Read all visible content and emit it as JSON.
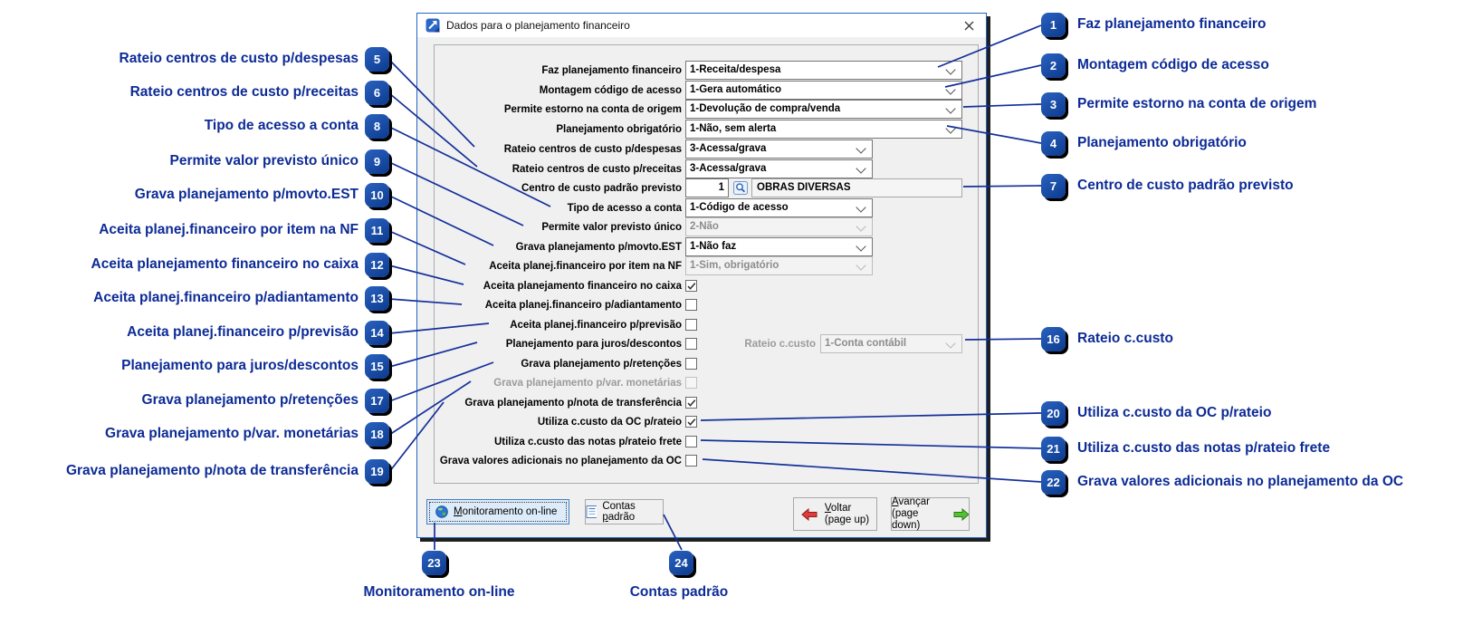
{
  "window": {
    "title": "Dados para o planejamento financeiro"
  },
  "dialog": {
    "rows": [
      {
        "label": "Faz planejamento financeiro",
        "value": "1-Receita/despesa",
        "type": "select"
      },
      {
        "label": "Montagem código de acesso",
        "value": "1-Gera automático",
        "type": "select"
      },
      {
        "label": "Permite estorno na conta de origem",
        "value": "1-Devolução de compra/venda",
        "type": "select"
      },
      {
        "label": "Planejamento obrigatório",
        "value": "1-Não, sem alerta",
        "type": "select"
      },
      {
        "label": "Rateio centros de custo p/despesas",
        "value": "3-Acessa/grava",
        "type": "select"
      },
      {
        "label": "Rateio centros de custo p/receitas",
        "value": "3-Acessa/grava",
        "type": "select"
      },
      {
        "label": "Centro de custo padrão previsto",
        "code": "1",
        "description": "OBRAS DIVERSAS",
        "type": "lookup"
      },
      {
        "label": "Tipo de acesso a conta",
        "value": "1-Código de acesso",
        "type": "select"
      },
      {
        "label": "Permite valor previsto único",
        "value": "2-Não",
        "type": "select",
        "disabled": true
      },
      {
        "label": "Grava planejamento p/movto.EST",
        "value": "1-Não faz",
        "type": "select"
      },
      {
        "label": "Aceita planej.financeiro por item na NF",
        "value": "1-Sim, obrigatório",
        "type": "select",
        "disabled": true
      },
      {
        "label": "Aceita planejamento financeiro no caixa",
        "checked": true,
        "type": "checkbox"
      },
      {
        "label": "Aceita planej.financeiro p/adiantamento",
        "checked": false,
        "type": "checkbox"
      },
      {
        "label": "Aceita planej.financeiro p/previsão",
        "checked": false,
        "type": "checkbox"
      },
      {
        "label": "Planejamento para juros/descontos",
        "checked": false,
        "type": "checkbox"
      },
      {
        "label": "Grava planejamento p/retenções",
        "checked": false,
        "type": "checkbox"
      },
      {
        "label": "Grava planejamento p/var. monetárias",
        "checked": false,
        "type": "checkbox",
        "disabled": true
      },
      {
        "label": "Grava planejamento p/nota de transferência",
        "checked": true,
        "type": "checkbox"
      },
      {
        "label": "Utiliza c.custo da OC p/rateio",
        "checked": true,
        "type": "checkbox"
      },
      {
        "label": "Utiliza c.custo das notas p/rateio frete",
        "checked": false,
        "type": "checkbox"
      },
      {
        "label": "Grava valores adicionais no planejamento da OC",
        "checked": false,
        "type": "checkbox"
      }
    ],
    "side_field": {
      "label": "Rateio c.custo",
      "value": "1-Conta contábil",
      "disabled": true
    },
    "buttons": {
      "monitoramento": {
        "key": "M",
        "rest": "onitoramento on-line"
      },
      "contas": {
        "pre": "Contas ",
        "key": "p",
        "rest": "adrão"
      },
      "voltar": {
        "key": "V",
        "rest": "oltar",
        "sub": "(page up)"
      },
      "avancar": {
        "key": "A",
        "rest": "vançar",
        "sub": "(page down)"
      }
    }
  },
  "callouts": {
    "left": [
      {
        "num": "5",
        "label": "Rateio centros de custo p/despesas"
      },
      {
        "num": "6",
        "label": "Rateio centros de custo p/receitas"
      },
      {
        "num": "8",
        "label": "Tipo de acesso a conta"
      },
      {
        "num": "9",
        "label": "Permite valor previsto único"
      },
      {
        "num": "10",
        "label": "Grava planejamento p/movto.EST"
      },
      {
        "num": "11",
        "label": "Aceita planej.financeiro por item na NF"
      },
      {
        "num": "12",
        "label": "Aceita planejamento financeiro no caixa"
      },
      {
        "num": "13",
        "label": "Aceita planej.financeiro p/adiantamento"
      },
      {
        "num": "14",
        "label": "Aceita planej.financeiro p/previsão"
      },
      {
        "num": "15",
        "label": "Planejamento para juros/descontos"
      },
      {
        "num": "17",
        "label": "Grava planejamento p/retenções"
      },
      {
        "num": "18",
        "label": "Grava planejamento p/var. monetárias"
      },
      {
        "num": "19",
        "label": "Grava planejamento p/nota de transferência"
      }
    ],
    "right": [
      {
        "num": "1",
        "label": "Faz planejamento financeiro"
      },
      {
        "num": "2",
        "label": "Montagem código de acesso"
      },
      {
        "num": "3",
        "label": "Permite estorno na conta de origem"
      },
      {
        "num": "4",
        "label": "Planejamento obrigatório"
      },
      {
        "num": "7",
        "label": "Centro de custo padrão previsto"
      },
      {
        "num": "16",
        "label": "Rateio c.custo"
      },
      {
        "num": "20",
        "label": "Utiliza c.custo da OC p/rateio"
      },
      {
        "num": "21",
        "label": "Utiliza c.custo das notas p/rateio frete"
      },
      {
        "num": "22",
        "label": "Grava valores adicionais no planejamento da OC"
      }
    ],
    "bottom": [
      {
        "num": "23",
        "label": "Monitoramento on-line"
      },
      {
        "num": "24",
        "label": "Contas padrão"
      }
    ]
  },
  "colors": {
    "callout_blue": "#0d2b96",
    "badge_blue": "#0c3a8e",
    "line_blue": "#14309a",
    "voltar_arrow_red": "#e23b3b",
    "avancar_arrow_green": "#53c234"
  }
}
